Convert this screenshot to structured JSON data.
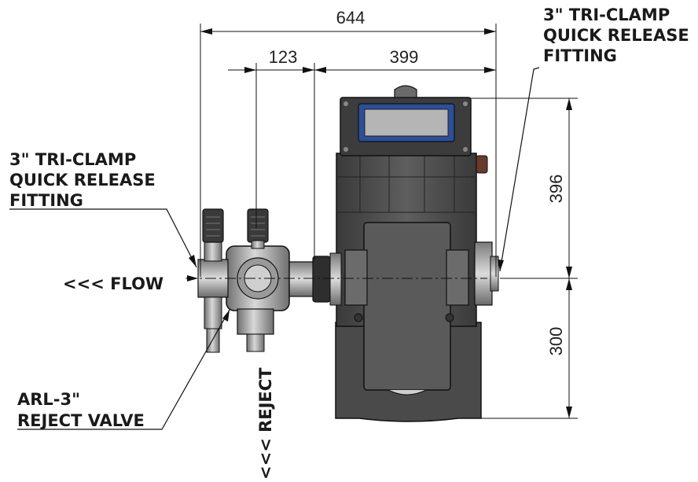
{
  "dimensions": {
    "overall_width": "644",
    "inlet_offset": "123",
    "body_width": "399",
    "upper_height": "396",
    "lower_height": "300"
  },
  "callouts": {
    "outlet_fitting": [
      "3\" TRI-CLAMP",
      "QUICK RELEASE",
      "FITTING"
    ],
    "inlet_fitting": [
      "3\" TRI-CLAMP",
      "QUICK RELEASE",
      "FITTING"
    ],
    "flow": "<<< FLOW",
    "reject_valve": [
      "ARL-3\"",
      "REJECT VALVE"
    ],
    "reject": "<<< REJECT"
  },
  "colors": {
    "line": "#111111",
    "body_dark": "#3f3f3f",
    "body_mid": "#6b6b6b",
    "steel": "#a8a8a8",
    "display_blue": "#2b4f9a"
  }
}
